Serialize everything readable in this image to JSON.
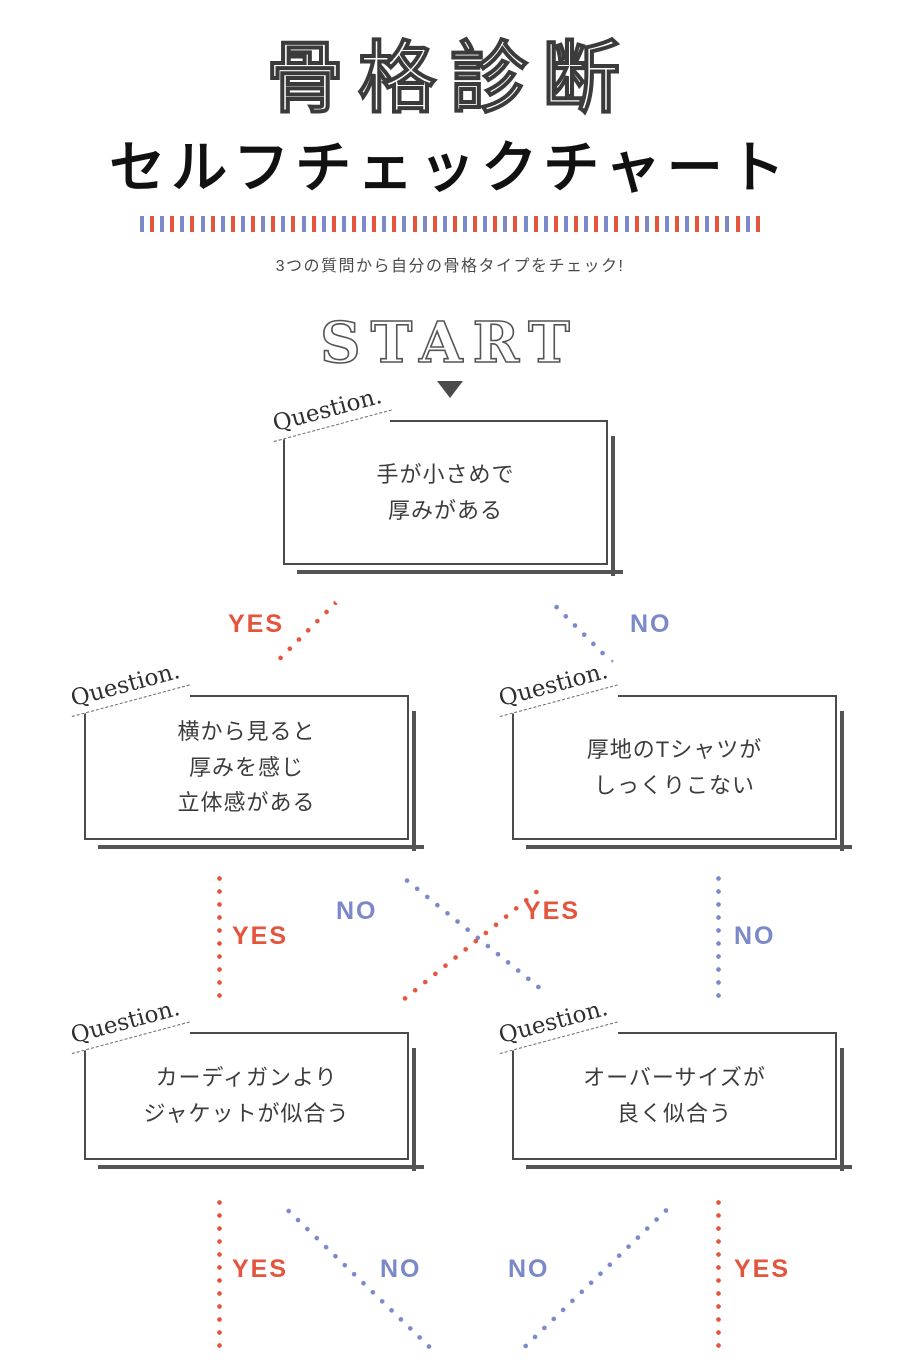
{
  "header": {
    "title_outline": "骨格診断",
    "title_main": "セルフチェックチャート",
    "subtitle": "3つの質問から自分の骨格タイプをチェック!",
    "start_label": "START",
    "start_arrow_icon": "triangle-down-icon",
    "rule_colors": [
      "#7b88c9",
      "#e3553c"
    ]
  },
  "labels": {
    "question_tag": "Question.",
    "yes": "YES",
    "no": "NO"
  },
  "colors": {
    "yes": "#e3553c",
    "no": "#7b88c9",
    "box_border": "#4b4b4b",
    "box_shadow": "#545454",
    "text": "#3c3c3c"
  },
  "questions": [
    {
      "id": "q1",
      "tag": "Question.",
      "lines": [
        "手が小さめで",
        "厚みがある"
      ],
      "branches": [
        {
          "answer": "YES",
          "color": "#e3553c"
        },
        {
          "answer": "NO",
          "color": "#7b88c9"
        }
      ]
    },
    {
      "id": "q2-left",
      "tag": "Question.",
      "lines": [
        "横から見ると",
        "厚みを感じ",
        "立体感がある"
      ],
      "branches": [
        {
          "answer": "YES",
          "color": "#e3553c"
        },
        {
          "answer": "NO",
          "color": "#7b88c9"
        }
      ]
    },
    {
      "id": "q2-right",
      "tag": "Question.",
      "lines": [
        "厚地のTシャツが",
        "しっくりこない"
      ],
      "branches": [
        {
          "answer": "YES",
          "color": "#e3553c"
        },
        {
          "answer": "NO",
          "color": "#7b88c9"
        }
      ]
    },
    {
      "id": "q3-left",
      "tag": "Question.",
      "lines": [
        "カーディガンより",
        "ジャケットが似合う"
      ],
      "branches": [
        {
          "answer": "YES",
          "color": "#e3553c"
        },
        {
          "answer": "NO",
          "color": "#7b88c9"
        }
      ]
    },
    {
      "id": "q3-right",
      "tag": "Question.",
      "lines": [
        "オーバーサイズが",
        "良く似合う"
      ],
      "branches": [
        {
          "answer": "YES",
          "color": "#e3553c"
        },
        {
          "answer": "NO",
          "color": "#7b88c9"
        }
      ]
    }
  ],
  "branch_row_1": [
    {
      "answer": "YES",
      "color": "#e3553c"
    },
    {
      "answer": "NO",
      "color": "#7b88c9"
    }
  ],
  "branch_row_2": [
    {
      "answer": "YES",
      "color": "#e3553c"
    },
    {
      "answer": "NO",
      "color": "#7b88c9"
    },
    {
      "answer": "YES",
      "color": "#e3553c"
    },
    {
      "answer": "NO",
      "color": "#7b88c9"
    }
  ],
  "branch_row_3": [
    {
      "answer": "YES",
      "color": "#e3553c"
    },
    {
      "answer": "NO",
      "color": "#7b88c9"
    },
    {
      "answer": "NO",
      "color": "#7b88c9"
    },
    {
      "answer": "YES",
      "color": "#e3553c"
    }
  ]
}
